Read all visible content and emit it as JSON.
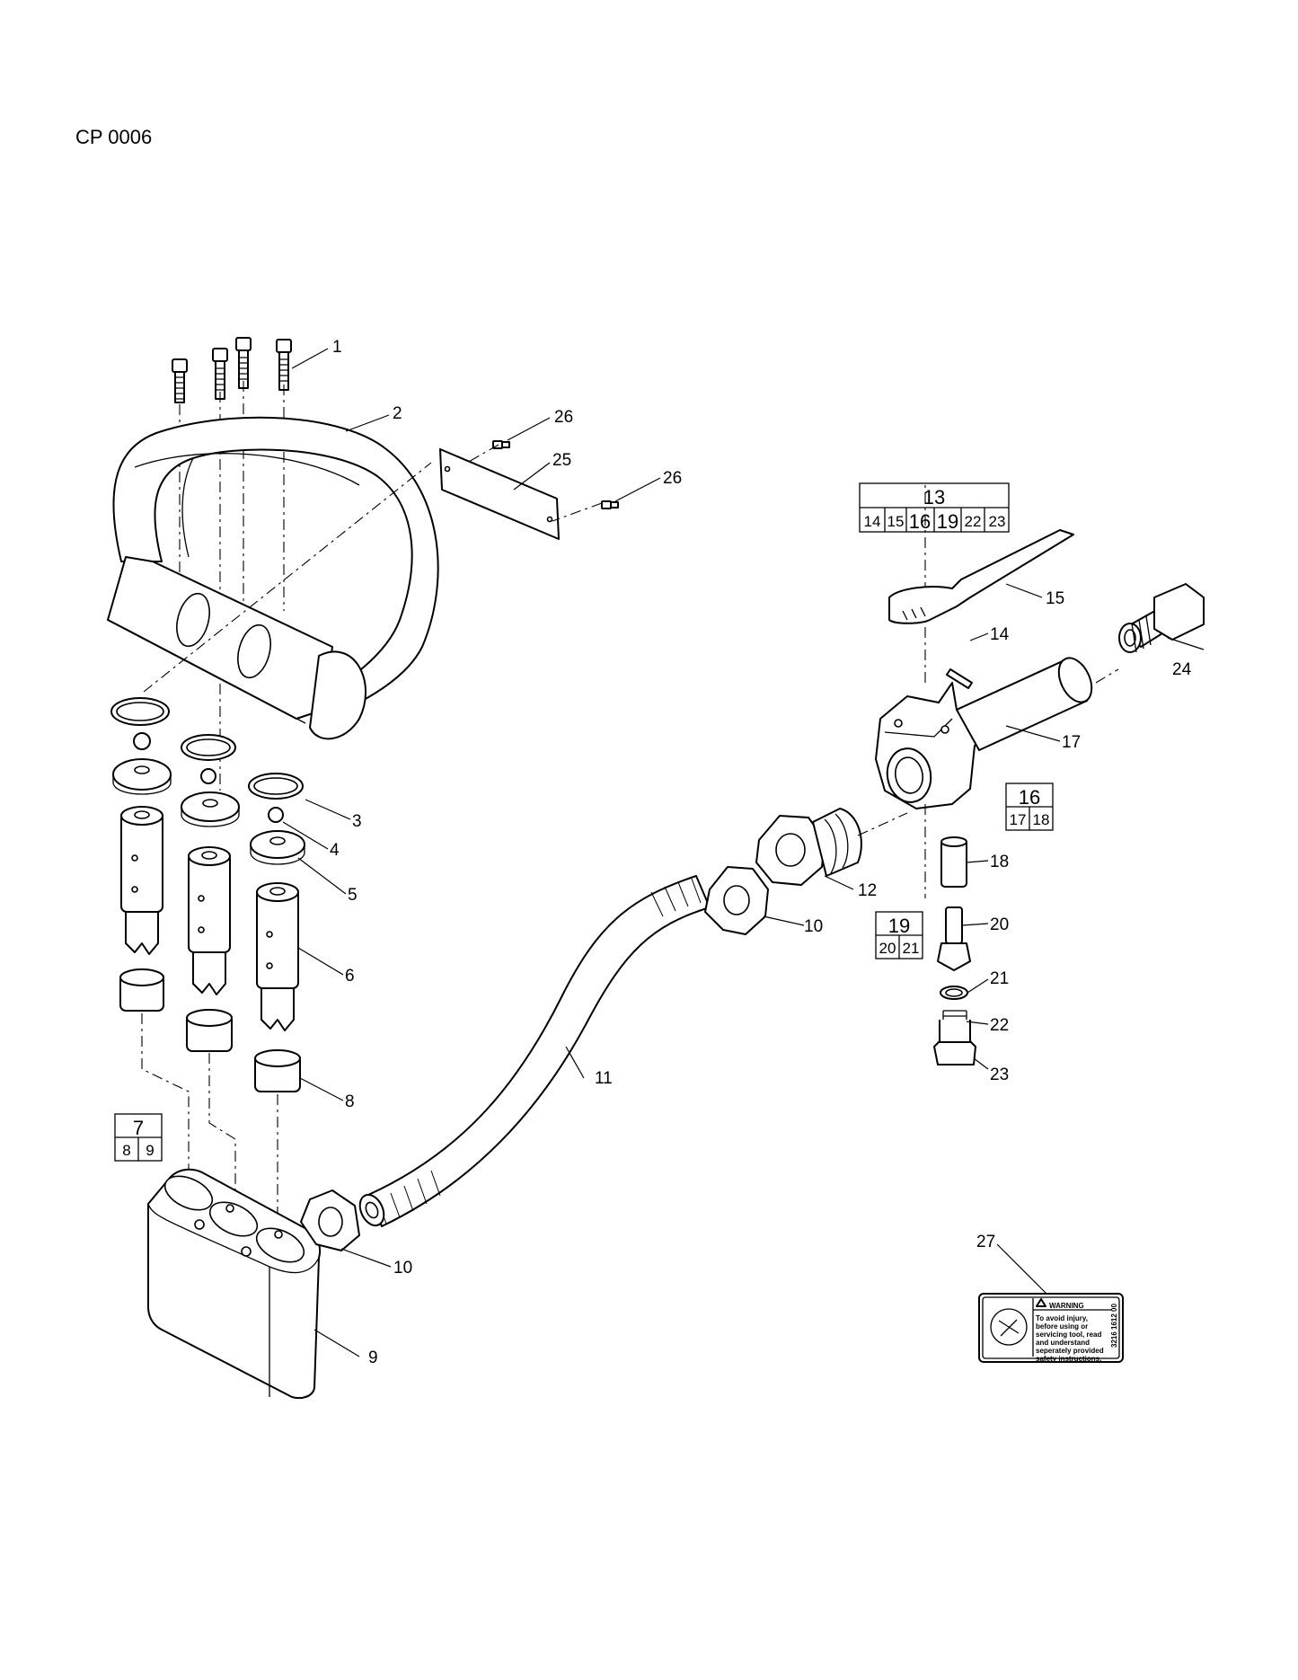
{
  "header": {
    "doc_code": "CP 0006"
  },
  "callouts": [
    "1",
    "2",
    "3",
    "4",
    "5",
    "6",
    "8",
    "9",
    "10",
    "10",
    "11",
    "12",
    "14",
    "15",
    "17",
    "18",
    "20",
    "21",
    "22",
    "23",
    "24",
    "25",
    "26",
    "26",
    "27"
  ],
  "kits": [
    {
      "main": "13",
      "members": [
        "14",
        "15",
        "16",
        "19",
        "22",
        "23"
      ]
    },
    {
      "main": "16",
      "members": [
        "17",
        "18"
      ]
    },
    {
      "main": "19",
      "members": [
        "20",
        "21"
      ]
    },
    {
      "main": "7",
      "members": [
        "8",
        "9"
      ]
    }
  ],
  "warning_label": {
    "heading": "WARNING",
    "lines": [
      "To avoid injury,",
      "before using or",
      "servicing tool, read",
      "and understand",
      "seperately provided",
      "safety instructions."
    ],
    "part_no": "3216 1612 00"
  }
}
